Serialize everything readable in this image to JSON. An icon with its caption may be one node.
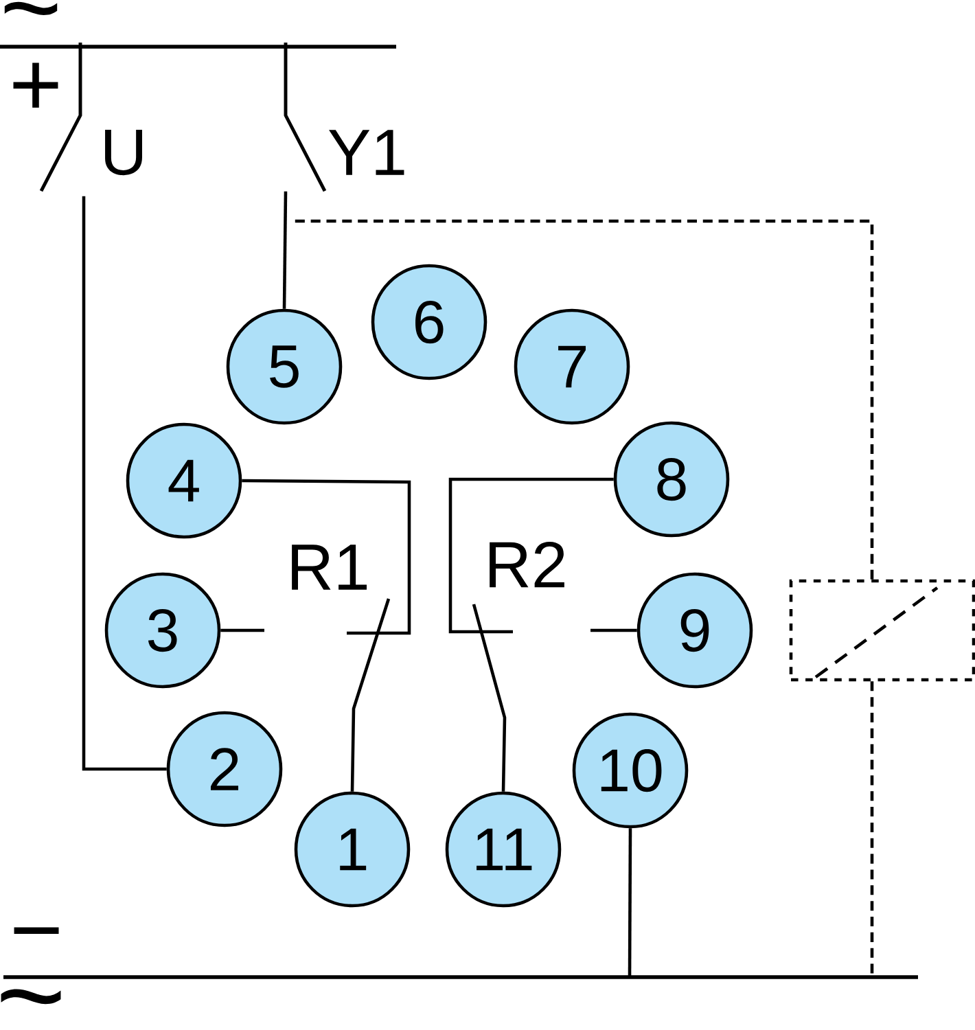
{
  "diagram": {
    "nodes": [
      {
        "text": [
          "1"
        ]
      },
      {
        "text": [
          "2"
        ]
      },
      {
        "text": [
          "3"
        ]
      },
      {
        "text": [
          "4"
        ]
      },
      {
        "text": [
          "5"
        ]
      },
      {
        "text": [
          "6"
        ]
      },
      {
        "text": [
          "7"
        ]
      },
      {
        "text": [
          "8"
        ]
      },
      {
        "text": [
          "9"
        ]
      },
      {
        "text": [
          "10"
        ]
      },
      {
        "text": [
          "11"
        ]
      },
      {
        "text": [],
        "shape": "box"
      },
      {
        "text": [],
        "shape": "switch"
      },
      {
        "text": [],
        "shape": "switch"
      }
    ],
    "edges": [
      {
        "from": 1,
        "to": 12,
        "arrow": "none"
      },
      {
        "from": 4,
        "to": 13,
        "arrow": "none"
      },
      {
        "from": 9,
        "to": null,
        "arrow": "none"
      },
      {
        "from": 11,
        "to": null,
        "arrow": "none",
        "style": "dashed"
      },
      {
        "from": 11,
        "to": null,
        "arrow": "none",
        "style": "dashed"
      },
      {
        "from": 3,
        "to": null,
        "arrow": "none"
      },
      {
        "from": 2,
        "to": null,
        "arrow": "none"
      },
      {
        "from": 0,
        "to": null,
        "arrow": "none"
      },
      {
        "from": 7,
        "to": null,
        "arrow": "none"
      },
      {
        "from": 8,
        "to": null,
        "arrow": "none"
      },
      {
        "from": 10,
        "to": null,
        "arrow": "none"
      }
    ],
    "labels": [
      "~",
      "+",
      "U",
      "Y1",
      "R1",
      "R2",
      "−",
      "~"
    ]
  }
}
